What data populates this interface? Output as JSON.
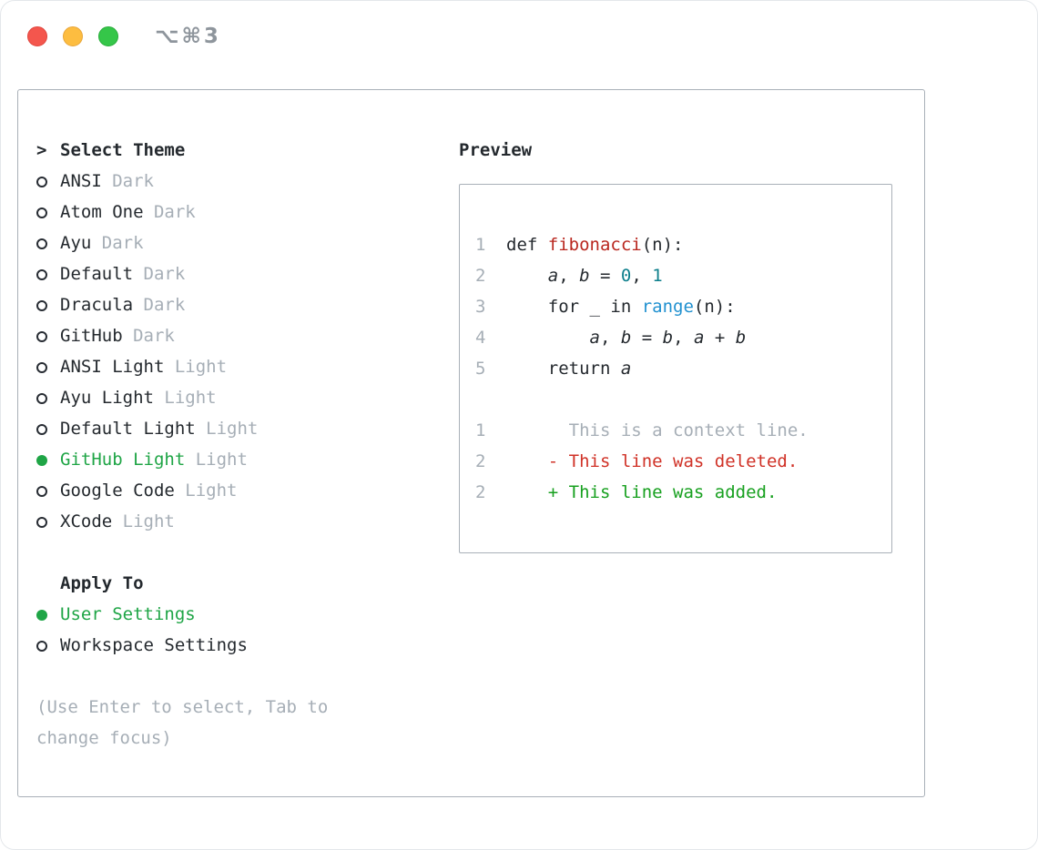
{
  "window": {
    "title": "⌥⌘3",
    "controls": [
      "close",
      "minimize",
      "zoom"
    ]
  },
  "selector": {
    "prompt": ">",
    "heading": "Select Theme",
    "options": [
      {
        "name": "ANSI",
        "variant": "Dark",
        "selected": false
      },
      {
        "name": "Atom One",
        "variant": "Dark",
        "selected": false
      },
      {
        "name": "Ayu",
        "variant": "Dark",
        "selected": false
      },
      {
        "name": "Default",
        "variant": "Dark",
        "selected": false
      },
      {
        "name": "Dracula",
        "variant": "Dark",
        "selected": false
      },
      {
        "name": "GitHub",
        "variant": "Dark",
        "selected": false
      },
      {
        "name": "ANSI Light",
        "variant": "Light",
        "selected": false
      },
      {
        "name": "Ayu Light",
        "variant": "Light",
        "selected": false
      },
      {
        "name": "Default Light",
        "variant": "Light",
        "selected": false
      },
      {
        "name": "GitHub Light",
        "variant": "Light",
        "selected": true
      },
      {
        "name": "Google Code",
        "variant": "Light",
        "selected": false
      },
      {
        "name": "XCode",
        "variant": "Light",
        "selected": false
      }
    ],
    "apply_to": {
      "heading": "Apply To",
      "options": [
        {
          "name": "User Settings",
          "selected": true
        },
        {
          "name": "Workspace Settings",
          "selected": false
        }
      ]
    },
    "help": [
      "(Use Enter to select, Tab to",
      "change focus)"
    ]
  },
  "preview": {
    "heading": "Preview",
    "lines": [
      {
        "num": "1",
        "segs": [
          {
            "t": "def ",
            "c": "p"
          },
          {
            "t": "fibonacci",
            "c": "red"
          },
          {
            "t": "(n):",
            "c": "p"
          }
        ]
      },
      {
        "num": "2",
        "segs": [
          {
            "t": "    ",
            "c": "p"
          },
          {
            "t": "a",
            "c": "v"
          },
          {
            "t": ", ",
            "c": "p"
          },
          {
            "t": "b",
            "c": "v"
          },
          {
            "t": " = ",
            "c": "p"
          },
          {
            "t": "0",
            "c": "num"
          },
          {
            "t": ", ",
            "c": "p"
          },
          {
            "t": "1",
            "c": "num"
          }
        ]
      },
      {
        "num": "3",
        "segs": [
          {
            "t": "    for _ in ",
            "c": "p"
          },
          {
            "t": "range",
            "c": "fn"
          },
          {
            "t": "(n):",
            "c": "p"
          }
        ]
      },
      {
        "num": "4",
        "segs": [
          {
            "t": "        ",
            "c": "p"
          },
          {
            "t": "a",
            "c": "v"
          },
          {
            "t": ", ",
            "c": "p"
          },
          {
            "t": "b",
            "c": "v"
          },
          {
            "t": " = ",
            "c": "p"
          },
          {
            "t": "b",
            "c": "v"
          },
          {
            "t": ", ",
            "c": "p"
          },
          {
            "t": "a",
            "c": "v"
          },
          {
            "t": " + ",
            "c": "p"
          },
          {
            "t": "b",
            "c": "v"
          }
        ]
      },
      {
        "num": "5",
        "segs": [
          {
            "t": "    return ",
            "c": "p"
          },
          {
            "t": "a",
            "c": "v"
          }
        ]
      },
      {
        "num": "",
        "segs": []
      },
      {
        "num": "1",
        "segs": [
          {
            "t": "      This is a context line.",
            "c": "ctx"
          }
        ]
      },
      {
        "num": "2",
        "segs": [
          {
            "t": "    - This line was deleted.",
            "c": "del"
          }
        ]
      },
      {
        "num": "2",
        "segs": [
          {
            "t": "    + This line was added.",
            "c": "add"
          }
        ]
      }
    ]
  },
  "colors": {
    "text": "#24292e",
    "muted_gray": "#a6aeb6",
    "accent_green": "#1fa546",
    "diff_added": "#17a01f",
    "diff_deleted": "#d03227",
    "syntax_function_red": "#b9271f",
    "syntax_number_teal": "#0d7f8c",
    "syntax_call_blue": "#2191d0",
    "panel_border": "#a9b0b8",
    "traffic_red": "#f4564d",
    "traffic_yellow": "#fdbd40",
    "traffic_green": "#35c649"
  }
}
